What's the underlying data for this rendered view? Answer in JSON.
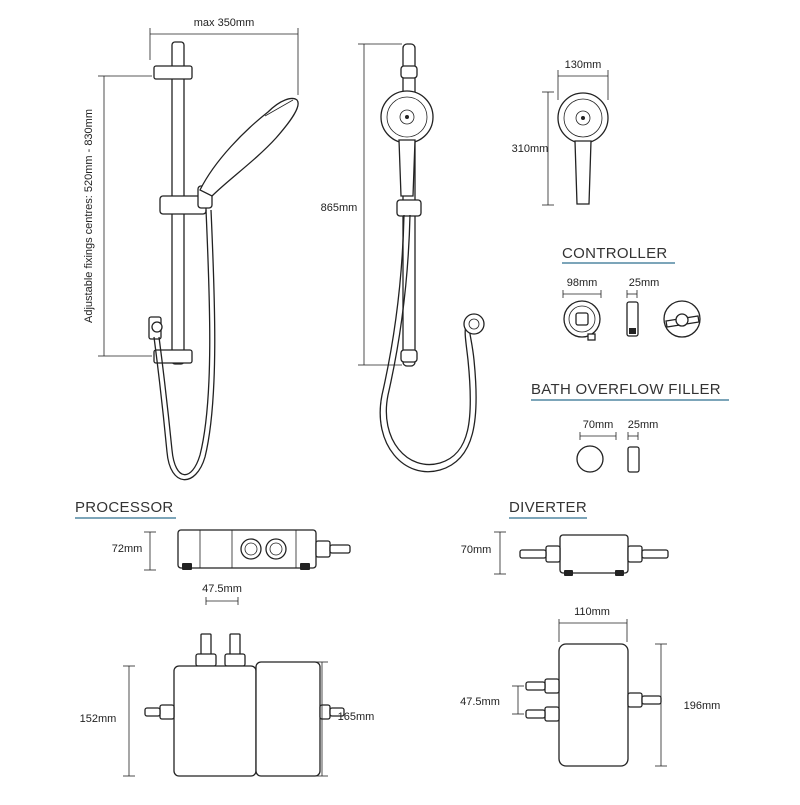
{
  "dimensions": {
    "max_width": "max 350mm",
    "fixing_centres": "Adjustable fixings centres:  520mm - 830mm",
    "rail_height": "865mm",
    "head_width": "130mm",
    "head_height": "310mm",
    "controller_diameter": "98mm",
    "controller_depth": "25mm",
    "filler_diameter": "70mm",
    "filler_depth": "25mm",
    "processor_height": "72mm",
    "processor_inlet_spacing": "47.5mm",
    "processor_front_height_left": "152mm",
    "processor_front_height_right": "165mm",
    "diverter_height": "70mm",
    "diverter_width": "110mm",
    "diverter_outlet_spacing": "47.5mm",
    "diverter_length": "196mm"
  },
  "headings": {
    "controller": "CONTROLLER",
    "bath_filler": "BATH OVERFLOW FILLER",
    "processor": "PROCESSOR",
    "diverter": "DIVERTER"
  },
  "colors": {
    "line": "#222222",
    "heading_underline": "#2f6f8f"
  }
}
